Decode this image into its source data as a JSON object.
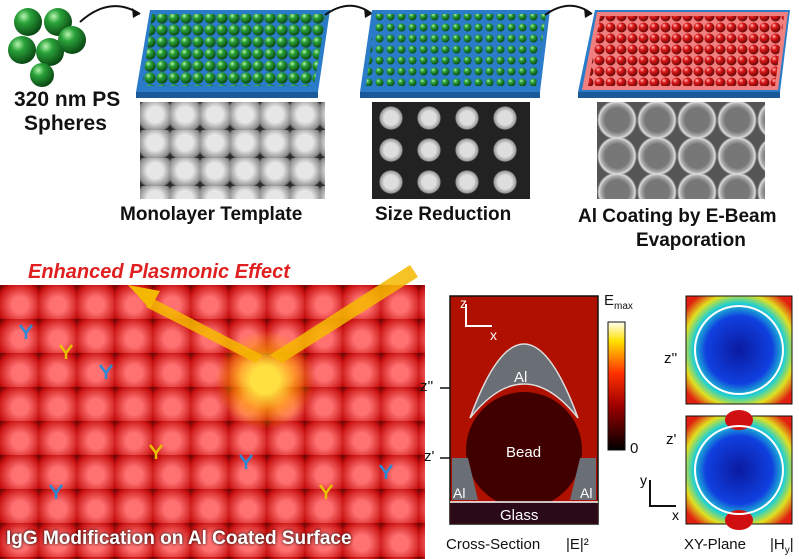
{
  "top": {
    "start_label_line1": "320 nm PS",
    "start_label_line2": "Spheres",
    "steps": [
      {
        "label": "Monolayer Template"
      },
      {
        "label": "Size Reduction"
      },
      {
        "label_line1": "Al Coating by E-Beam",
        "label_line2": "Evaporation"
      }
    ]
  },
  "bottom_left": {
    "effect_label": "Enhanced Plasmonic Effect",
    "surface_label": "IgG Modification on Al Coated Surface"
  },
  "simulation": {
    "cross_section": {
      "axis_z": "z",
      "axis_x": "x",
      "al_top": "Al",
      "bead": "Bead",
      "al_left": "Al",
      "al_right": "Al",
      "glass": "Glass",
      "caption": "Cross-Section",
      "quantity": "|E|²"
    },
    "colorbar": {
      "max_label": "E",
      "max_sub": "max",
      "min_label": "0"
    },
    "level_labels": [
      "z''",
      "z'"
    ],
    "xy_plane": {
      "axis_y": "y",
      "axis_x": "x",
      "caption": "XY-Plane",
      "quantity": "|H",
      "quantity_sub": "y",
      "quantity_end": "|"
    },
    "colors": {
      "green": "#1a9a2a",
      "red": "#d81818",
      "substrate": "#2a7bc8",
      "al_gray": "#6a6e75"
    }
  }
}
